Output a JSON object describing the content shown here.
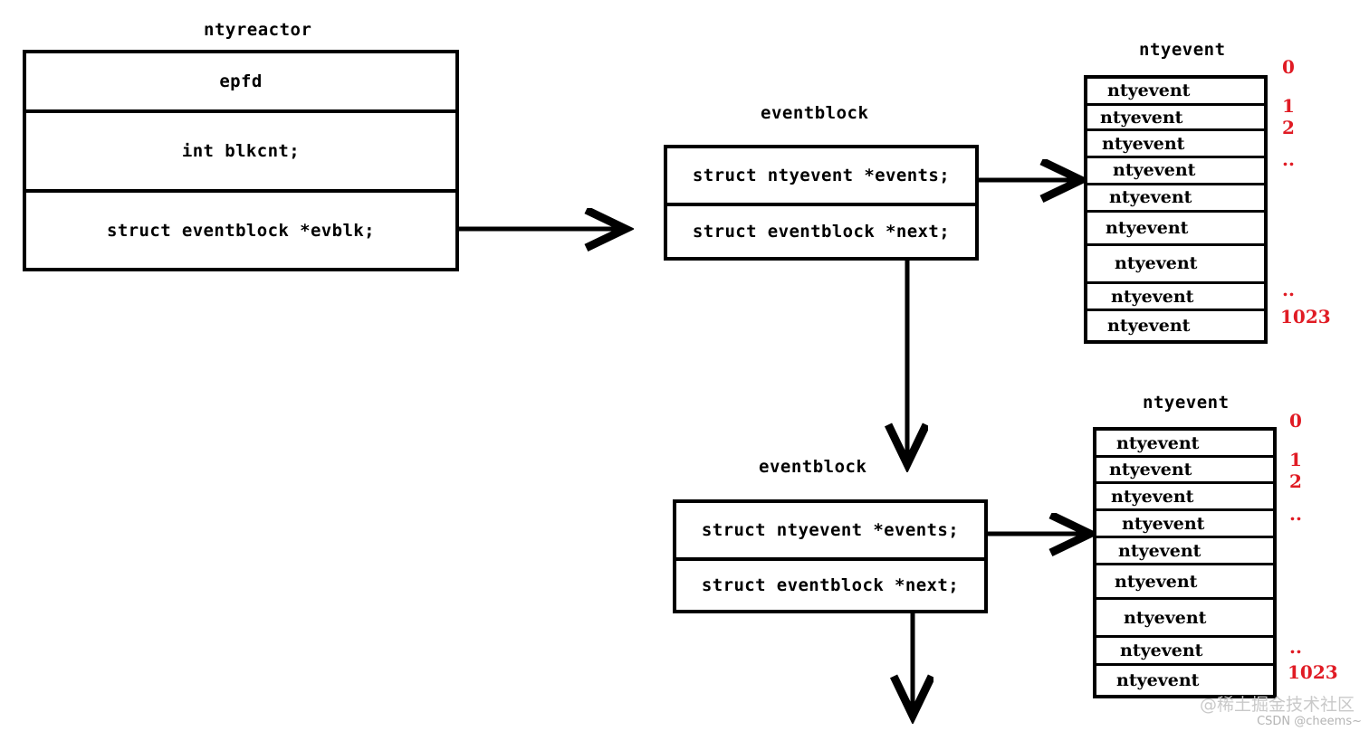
{
  "diagram": {
    "title": "ntyreactor eventblock ntyevent structure diagram",
    "colors": {
      "stroke": "#000000",
      "background": "#ffffff",
      "index_red": "#e01b24"
    }
  },
  "reactor": {
    "caption": "ntyreactor",
    "fields": [
      "epfd",
      "int blkcnt;",
      "struct eventblock *evblk;"
    ]
  },
  "eventblocks": [
    {
      "caption": "eventblock",
      "fields": [
        "struct ntyevent *events;",
        "struct eventblock *next;"
      ]
    },
    {
      "caption": "eventblock",
      "fields": [
        "struct ntyevent *events;",
        "struct eventblock *next;"
      ]
    }
  ],
  "arrays": [
    {
      "caption": "ntyevent",
      "rows": [
        "ntyevent",
        "ntyevent",
        "ntyevent",
        "ntyevent",
        "ntyevent",
        "ntyevent",
        "ntyevent",
        "ntyevent",
        "ntyevent"
      ],
      "indices": [
        "0",
        "1",
        "2",
        "..",
        "..",
        "1023"
      ]
    },
    {
      "caption": "ntyevent",
      "rows": [
        "ntyevent",
        "ntyevent",
        "ntyevent",
        "ntyevent",
        "ntyevent",
        "ntyevent",
        "ntyevent",
        "ntyevent",
        "ntyevent"
      ],
      "indices": [
        "0",
        "1",
        "2",
        "..",
        "..",
        "1023"
      ]
    }
  ],
  "watermark": {
    "cn": "@稀土掘金技术社区",
    "en": "CSDN @cheems~"
  }
}
